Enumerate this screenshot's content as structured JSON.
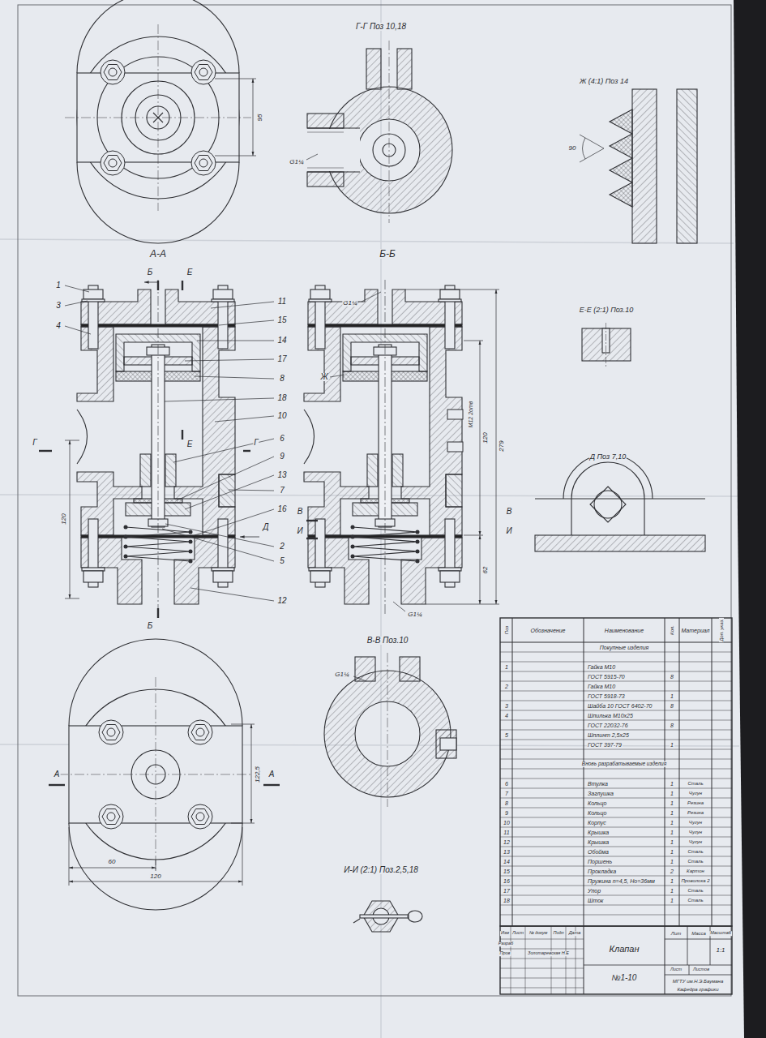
{
  "diagram": {
    "labels": [
      "Г-Г Поз 10,18",
      "Ж (4:1) Поз 14",
      "А-А",
      "Б-Б",
      "Е-Е (2:1) Поз.10",
      "Д Поз 7,10",
      "В-В Поз.10",
      "И-И (2:1) Поз.2,5,18",
      "1",
      "3",
      "4",
      "11",
      "15",
      "14",
      "17",
      "8",
      "18",
      "10",
      "6",
      "9",
      "13",
      "7",
      "16",
      "2",
      "5",
      "12",
      "Б",
      "Е",
      "Е",
      "Г",
      "Г",
      "Д",
      "Б",
      "Ж",
      "В",
      "И",
      "В",
      "И",
      "А",
      "А",
      "95",
      "G1¼",
      "120",
      "G1¼",
      "М12 2отв",
      "120",
      "279",
      "62",
      "G1¼",
      "G1¼",
      "122,5",
      "60",
      "120",
      "90",
      "Поз",
      "Обозначение",
      "Наименование",
      "Кол.",
      "Материал",
      "Доп. указ.",
      "Покупные изделия",
      "1",
      "Гайка М10",
      "ГОСТ 5915-70",
      "8",
      "2",
      "Гайка М10",
      "ГОСТ 5918-73",
      "1",
      "3",
      "Шайба 10 ГОСТ 6402-70",
      "8",
      "4",
      "Шпилька М10х25",
      "ГОСТ 22032-76",
      "8",
      "5",
      "Шплинт 2,5х25",
      "ГОСТ 397-79",
      "1",
      "Вновь разрабатываемые изделия",
      "6",
      "Втулка",
      "1",
      "Сталь",
      "7",
      "Заглушка",
      "1",
      "Чугун",
      "8",
      "Кольцо",
      "1",
      "Резина",
      "9",
      "Кольцо",
      "1",
      "Резина",
      "10",
      "Корпус",
      "1",
      "Чугун",
      "11",
      "Крышка",
      "1",
      "Чугун",
      "12",
      "Крышка",
      "1",
      "Чугун",
      "13",
      "Обойма",
      "1",
      "Сталь",
      "14",
      "Поршень",
      "1",
      "Сталь",
      "15",
      "Прокладка",
      "2",
      "Картон",
      "16",
      "Пружина n=4,5, Hо=36мм",
      "1",
      "Проволока 2",
      "17",
      "Упор",
      "1",
      "Сталь",
      "18",
      "Шток",
      "1",
      "Сталь",
      "Изм",
      "Лист",
      "№ докум",
      "Подп",
      "Дата",
      "Разраб",
      "Пров",
      "Золотаревская Н.Е",
      "Клапан",
      "№1-10",
      "Лит",
      "Масса",
      "Масштаб",
      "1:1",
      "Лист",
      "Листов",
      "МГТУ им.Н.Э.Баумана",
      "Кафедра графики"
    ]
  }
}
